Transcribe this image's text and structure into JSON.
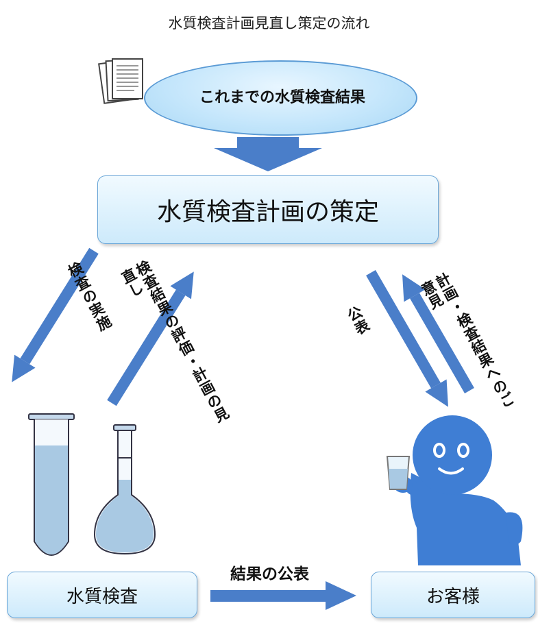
{
  "title": "水質検査計画見直し策定の流れ",
  "past_results": "これまでの水質検査結果",
  "plan_box": "水質検査計画の策定",
  "left_down_label": "検査の実施",
  "left_up_label": "検査結果の評価・計画の見直し",
  "right_down_label": "公表",
  "right_up_label": "計画・検査結果へのご意見",
  "bottom_arrow_label": "結果の公表",
  "left_bottom_box": "水質検査",
  "right_bottom_box": "お客様",
  "colors": {
    "arrow": "#4a7ec9",
    "box_border": "#6aa6d8",
    "figure": "#3f7ed4"
  }
}
